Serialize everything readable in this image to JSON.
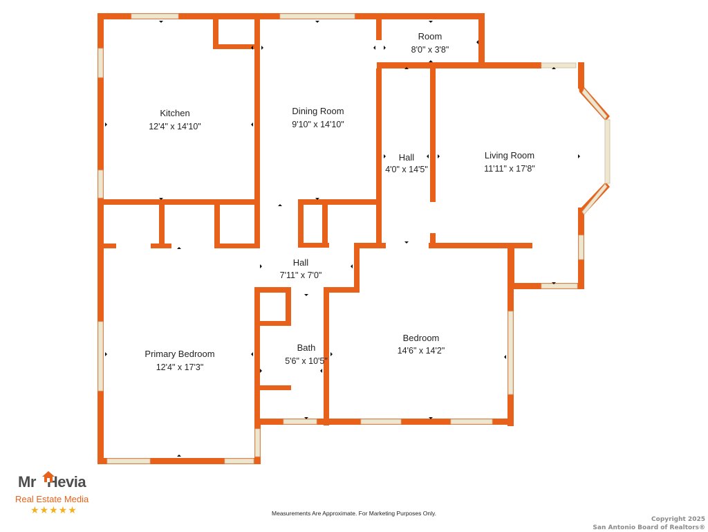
{
  "colors": {
    "wall": "#e8611a",
    "window": "#efe6cf",
    "text": "#222222",
    "logo_gray": "#4d4d4d",
    "logo_orange": "#e8611a",
    "stars": "#f2b01e"
  },
  "rooms": [
    {
      "name": "Room",
      "dims": "8'0\" x 3'8\""
    },
    {
      "name": "Kitchen",
      "dims": "12'4\" x 14'10\""
    },
    {
      "name": "Dining Room",
      "dims": "9'10\" x 14'10\""
    },
    {
      "name": "Hall",
      "dims": "4'0\" x 14'5\""
    },
    {
      "name": "Living Room",
      "dims": "11'11\" x 17'8\""
    },
    {
      "name": "Hall",
      "dims": "7'11\" x 7'0\""
    },
    {
      "name": "Primary Bedroom",
      "dims": "12'4\" x 17'3\""
    },
    {
      "name": "Bath",
      "dims": "5'6\" x 10'5\""
    },
    {
      "name": "Bedroom",
      "dims": "14'6\" x 14'2\""
    }
  ],
  "logo": {
    "brand_part1": "Mr",
    "brand_part2": "Hevia",
    "subtitle": "Real Estate Media",
    "stars": "★★★★★",
    "rating": 5
  },
  "footer": {
    "disclaimer": "Measurements Are Approximate. For Marketing Purposes Only.",
    "copyright_line1": "Copyright 2025",
    "copyright_line2": "San Antonio Board of Realtors®"
  }
}
